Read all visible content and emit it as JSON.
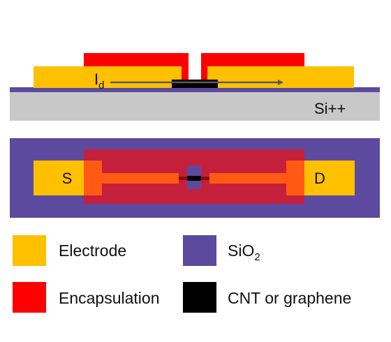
{
  "colors": {
    "electrode": "#FFC000",
    "encapsulation": "#FF0000",
    "sio2": "#5B4A9E",
    "cnt_graphene": "#000000",
    "substrate": "#C8C8C8",
    "overlap_encap_electrode": "#FF5A14",
    "encap_over_sio2": "#C4203C",
    "current_arrow": "#595959"
  },
  "cross_section": {
    "current_label": "I",
    "current_label_subscript": "d",
    "substrate_label": "Si++"
  },
  "top_view": {
    "source_label": "S",
    "drain_label": "D"
  },
  "legend": {
    "items": [
      {
        "key": "electrode",
        "label": "Electrode"
      },
      {
        "key": "sio2",
        "label": "SiO",
        "subscript": "2"
      },
      {
        "key": "encapsulation",
        "label": "Encapsulation"
      },
      {
        "key": "cnt_graphene",
        "label": "CNT or graphene"
      }
    ]
  }
}
